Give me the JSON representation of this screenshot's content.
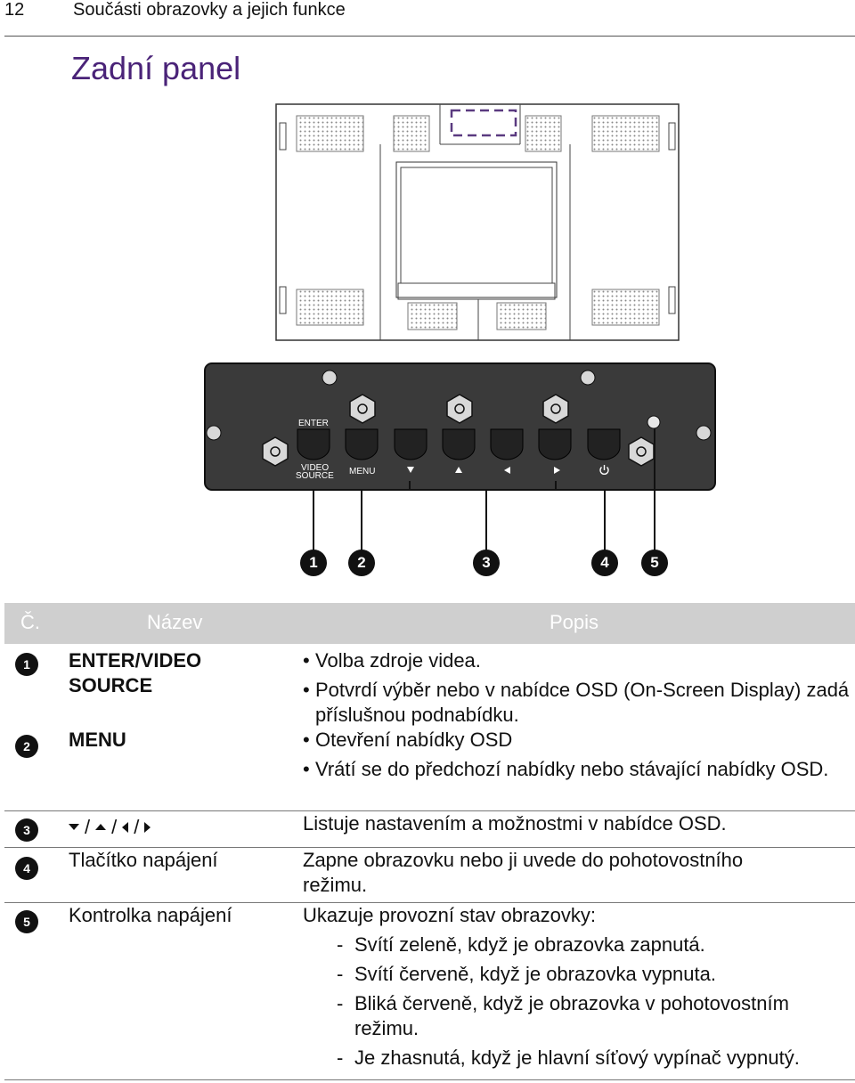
{
  "header": {
    "page_number": "12",
    "section_title": "Součásti obrazovky a jejich funkce"
  },
  "title": "Zadní panel",
  "diagram": {
    "buttons": [
      "ENTER",
      "VIDEO SOURCE",
      "MENU",
      "▼",
      "▲",
      "◄",
      "►",
      "⏻"
    ],
    "labels": {
      "enter": "ENTER",
      "video": "VIDEO",
      "source": "SOURCE",
      "menu": "MENU"
    },
    "callouts": [
      "1",
      "2",
      "3",
      "4",
      "5"
    ]
  },
  "table": {
    "headers": {
      "no": "Č.",
      "name": "Název",
      "desc": "Popis"
    },
    "rows": [
      {
        "num": "1",
        "name": "ENTER/VIDEO SOURCE",
        "name_bold": true,
        "bullets": [
          "Volba zdroje videa.",
          "Potvrdí výběr nebo v nabídce OSD (On-Screen Display) zadá příslušnou podnabídku."
        ]
      },
      {
        "num": "2",
        "name": "MENU",
        "name_bold": true,
        "bullets": [
          "Otevření nabídky OSD",
          "Vrátí se do předchozí nabídky nebo stávající nabídky OSD."
        ]
      },
      {
        "num": "3",
        "name": "▼ / ▲ / ◄ / ►",
        "name_icons": [
          "arrow-down",
          "arrow-up",
          "arrow-left",
          "arrow-right"
        ],
        "text": "Listuje nastavením a možnostmi v nabídce OSD."
      },
      {
        "num": "4",
        "name": "Tlačítko napájení",
        "text": "Zapne obrazovku nebo ji uvede do pohotovostního režimu."
      },
      {
        "num": "5",
        "name": "Kontrolka napájení",
        "text": "Ukazuje provozní stav obrazovky:",
        "dashes": [
          "Svítí zeleně, když je obrazovka zapnutá.",
          "Svítí červeně, když je obrazovka vypnuta.",
          "Bliká červeně, když je obrazovka v pohotovostním režimu.",
          "Je zhasnutá, když je hlavní síťový vypínač vypnutý."
        ]
      }
    ]
  },
  "colors": {
    "title": "#4a2378",
    "table_header_bg": "#cfcfcf",
    "panel": "#3a3a3a",
    "button": "#222222"
  }
}
